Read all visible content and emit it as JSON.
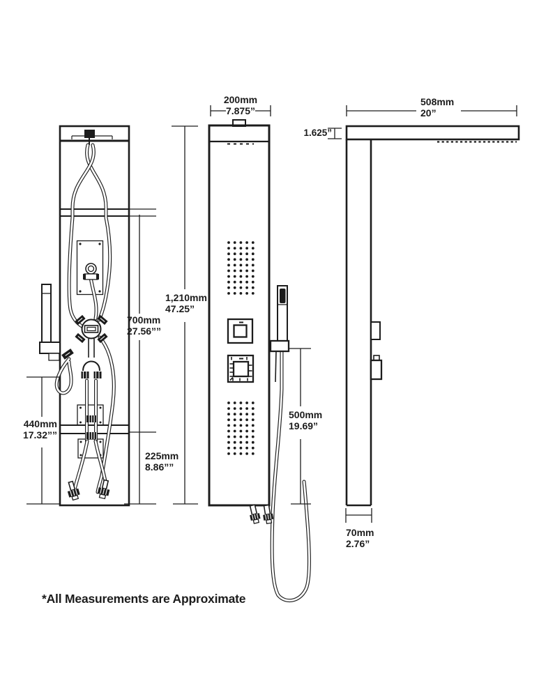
{
  "footnote": "*All Measurements are Approximate",
  "dimensions": {
    "front_width": {
      "metric": "200mm",
      "imperial": "7.875”"
    },
    "head_width": {
      "metric": "508mm",
      "imperial": "20”"
    },
    "head_thickness": {
      "imperial": "1.625”"
    },
    "panel_height": {
      "metric": "1,210mm",
      "imperial": "47.25”"
    },
    "upper_section": {
      "metric": "700mm",
      "imperial": "27.56””"
    },
    "hand_shower_height": {
      "metric": "440mm",
      "imperial": "17.32””"
    },
    "lower_section": {
      "metric": "225mm",
      "imperial": "8.86””"
    },
    "hose_drop": {
      "metric": "500mm",
      "imperial": "19.69”"
    },
    "panel_depth": {
      "metric": "70mm",
      "imperial": "2.76”"
    }
  },
  "diagram": {
    "upper_jets": {
      "cols": 5,
      "rows": 10
    },
    "lower_jets": {
      "cols": 5,
      "rows": 10
    },
    "line_color": "#1c1c1c"
  }
}
